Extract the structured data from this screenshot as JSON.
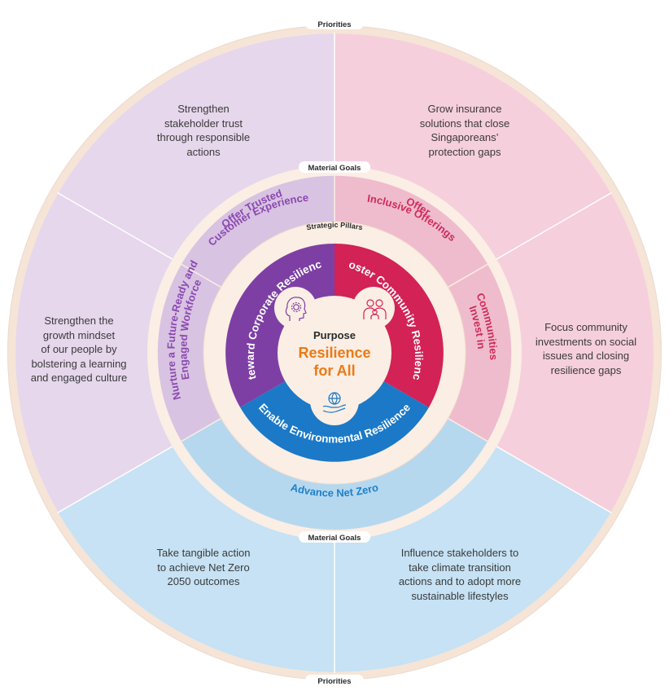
{
  "labels": {
    "priorities_top": "Priorities",
    "priorities_bottom": "Priorities",
    "material_goals_top": "Material Goals",
    "material_goals_bottom": "Material Goals",
    "strategic_pillars": "Strategic Pillars"
  },
  "center": {
    "line1": "Purpose",
    "line2": "Resilience",
    "line3": "for All"
  },
  "pillars": {
    "steward": "Steward Corporate Resilience",
    "foster": "Foster Community Resilience",
    "enable": "Enable Environmental Resilience"
  },
  "material_goals": {
    "trusted_line1": "Offer Trusted",
    "trusted_line2": "Customer Experience",
    "inclusive_line1": "Offer",
    "inclusive_line2": "Inclusive Offerings",
    "invest_line1": "Invest in",
    "invest_line2": "Communities",
    "netzero": "Advance Net Zero",
    "workforce_line1": "Nurture a Future-Ready and",
    "workforce_line2": "Engaged Workforce"
  },
  "priorities": {
    "trust": [
      "Strengthen",
      "stakeholder trust",
      "through responsible",
      "actions"
    ],
    "insurance": [
      "Grow insurance",
      "solutions that close",
      "Singaporeans’",
      "protection gaps"
    ],
    "community": [
      "Focus community",
      "investments on social",
      "issues and closing",
      "resilience gaps"
    ],
    "influence": [
      "Influence stakeholders to",
      "take climate transition",
      "actions and to adopt more",
      "sustainable lifestyles"
    ],
    "netzero": [
      "Take tangible action",
      "to achieve Net Zero",
      "2050 outcomes"
    ],
    "growth": [
      "Strengthen the",
      "growth mindset",
      "of our people by",
      "bolstering a learning",
      "and engaged culture"
    ]
  },
  "colors": {
    "purple_light": "#e6d7ec",
    "pink_light": "#f6cfdc",
    "blue_light": "#c6e2f4",
    "purple_goal": "#d8c3e2",
    "pink_goal": "#efbccd",
    "blue_goal": "#b6d8ef",
    "ring_border": "#f6e4d6",
    "ring_inner": "#fbeee4",
    "pillar_purple": "#7e3fa4",
    "pillar_red": "#d22256",
    "pillar_blue": "#1b79c7",
    "orange": "#ec7a16",
    "purple_text": "#8a48b0",
    "red_text": "#d02a5a",
    "blue_text": "#1e80c9"
  },
  "icons": [
    "head-gear-icon",
    "family-icon",
    "hand-globe-icon"
  ]
}
